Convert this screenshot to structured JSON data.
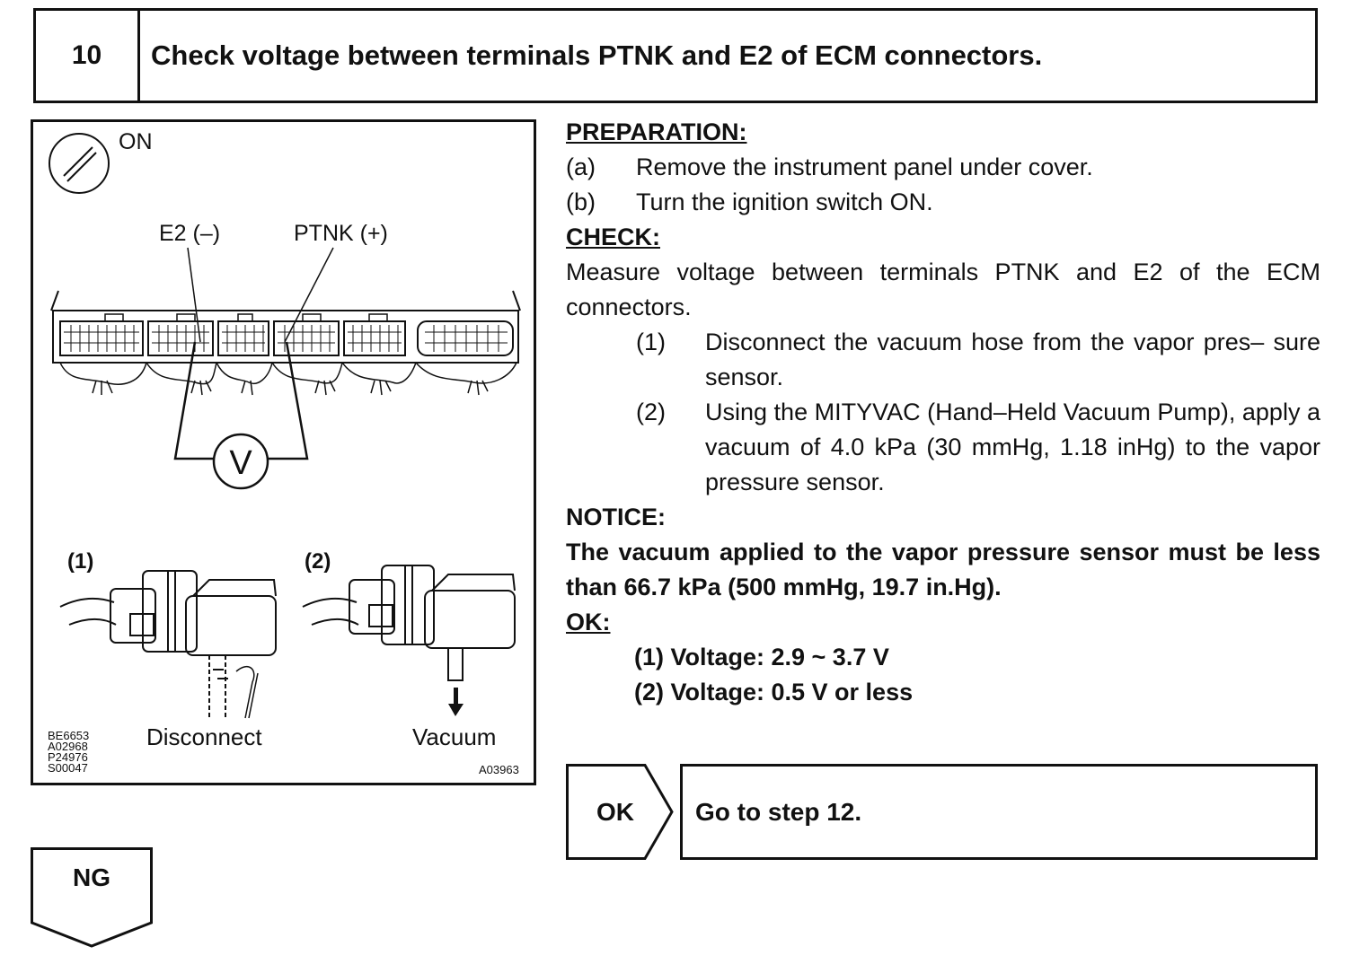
{
  "step": {
    "number": "10",
    "title": "Check voltage between terminals PTNK and E2 of ECM connectors."
  },
  "figure": {
    "ignition": "ON",
    "e2_label": "E2 (–)",
    "ptnk_label": "PTNK (+)",
    "meter": "V",
    "label_1": "(1)",
    "label_2": "(2)",
    "disconnect": "Disconnect",
    "vacuum": "Vacuum",
    "codes_left": "BE6653\nA02968\nP24976\nS00047",
    "code_right": "A03963"
  },
  "preparation": {
    "heading": "PREPARATION:",
    "items": [
      {
        "label": "(a)",
        "text": "Remove the instrument panel under cover."
      },
      {
        "label": "(b)",
        "text": "Turn the ignition switch ON."
      }
    ]
  },
  "check": {
    "heading": "CHECK:",
    "text": "Measure voltage between terminals PTNK and E2 of the ECM connectors.",
    "items": [
      {
        "label": "(1)",
        "text": "Disconnect the vacuum hose from the vapor pres– sure sensor."
      },
      {
        "label": "(2)",
        "text": "Using the MITYVAC (Hand–Held Vacuum Pump), apply a vacuum of 4.0 kPa (30 mmHg, 1.18 inHg) to the vapor pressure sensor."
      }
    ]
  },
  "notice": {
    "heading": "NOTICE:",
    "text": "The vacuum applied to the vapor pressure sensor must be less than 66.7 kPa (500 mmHg, 19.7 in.Hg)."
  },
  "ok_spec": {
    "heading": "OK:",
    "items": [
      "(1) Voltage: 2.9 ~ 3.7 V",
      "(2) Voltage: 0.5 V or less"
    ]
  },
  "result_ok": {
    "label": "OK",
    "action": "Go to step 12."
  },
  "result_ng": {
    "label": "NG"
  }
}
